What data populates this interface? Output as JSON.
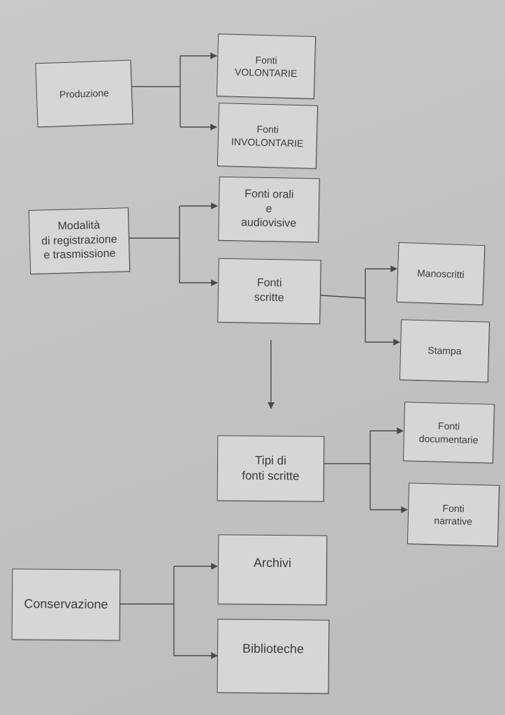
{
  "diagram": {
    "produzione": {
      "label": "Produzione",
      "fonti_volontarie": [
        "Fonti",
        "VOLONTARIE"
      ],
      "fonti_involontarie": [
        "Fonti",
        "INVOLONTARIE"
      ]
    },
    "modalita": {
      "label": [
        "Modalità",
        "di registrazione",
        "e trasmissione"
      ],
      "fonti_orali": [
        "Fonti orali",
        "e",
        "audiovisive"
      ],
      "fonti_scritte": [
        "Fonti",
        "scritte"
      ],
      "manoscritti": "Manoscritti",
      "stampa": "Stampa"
    },
    "tipi": {
      "label": [
        "Tipi di",
        "fonti scritte"
      ],
      "documentarie": [
        "Fonti",
        "documentarie"
      ],
      "narrative": [
        "Fonti",
        "narrative"
      ]
    },
    "conservazione": {
      "label": "Conservazione",
      "archivi": "Archivi",
      "biblioteche": "Biblioteche"
    }
  }
}
